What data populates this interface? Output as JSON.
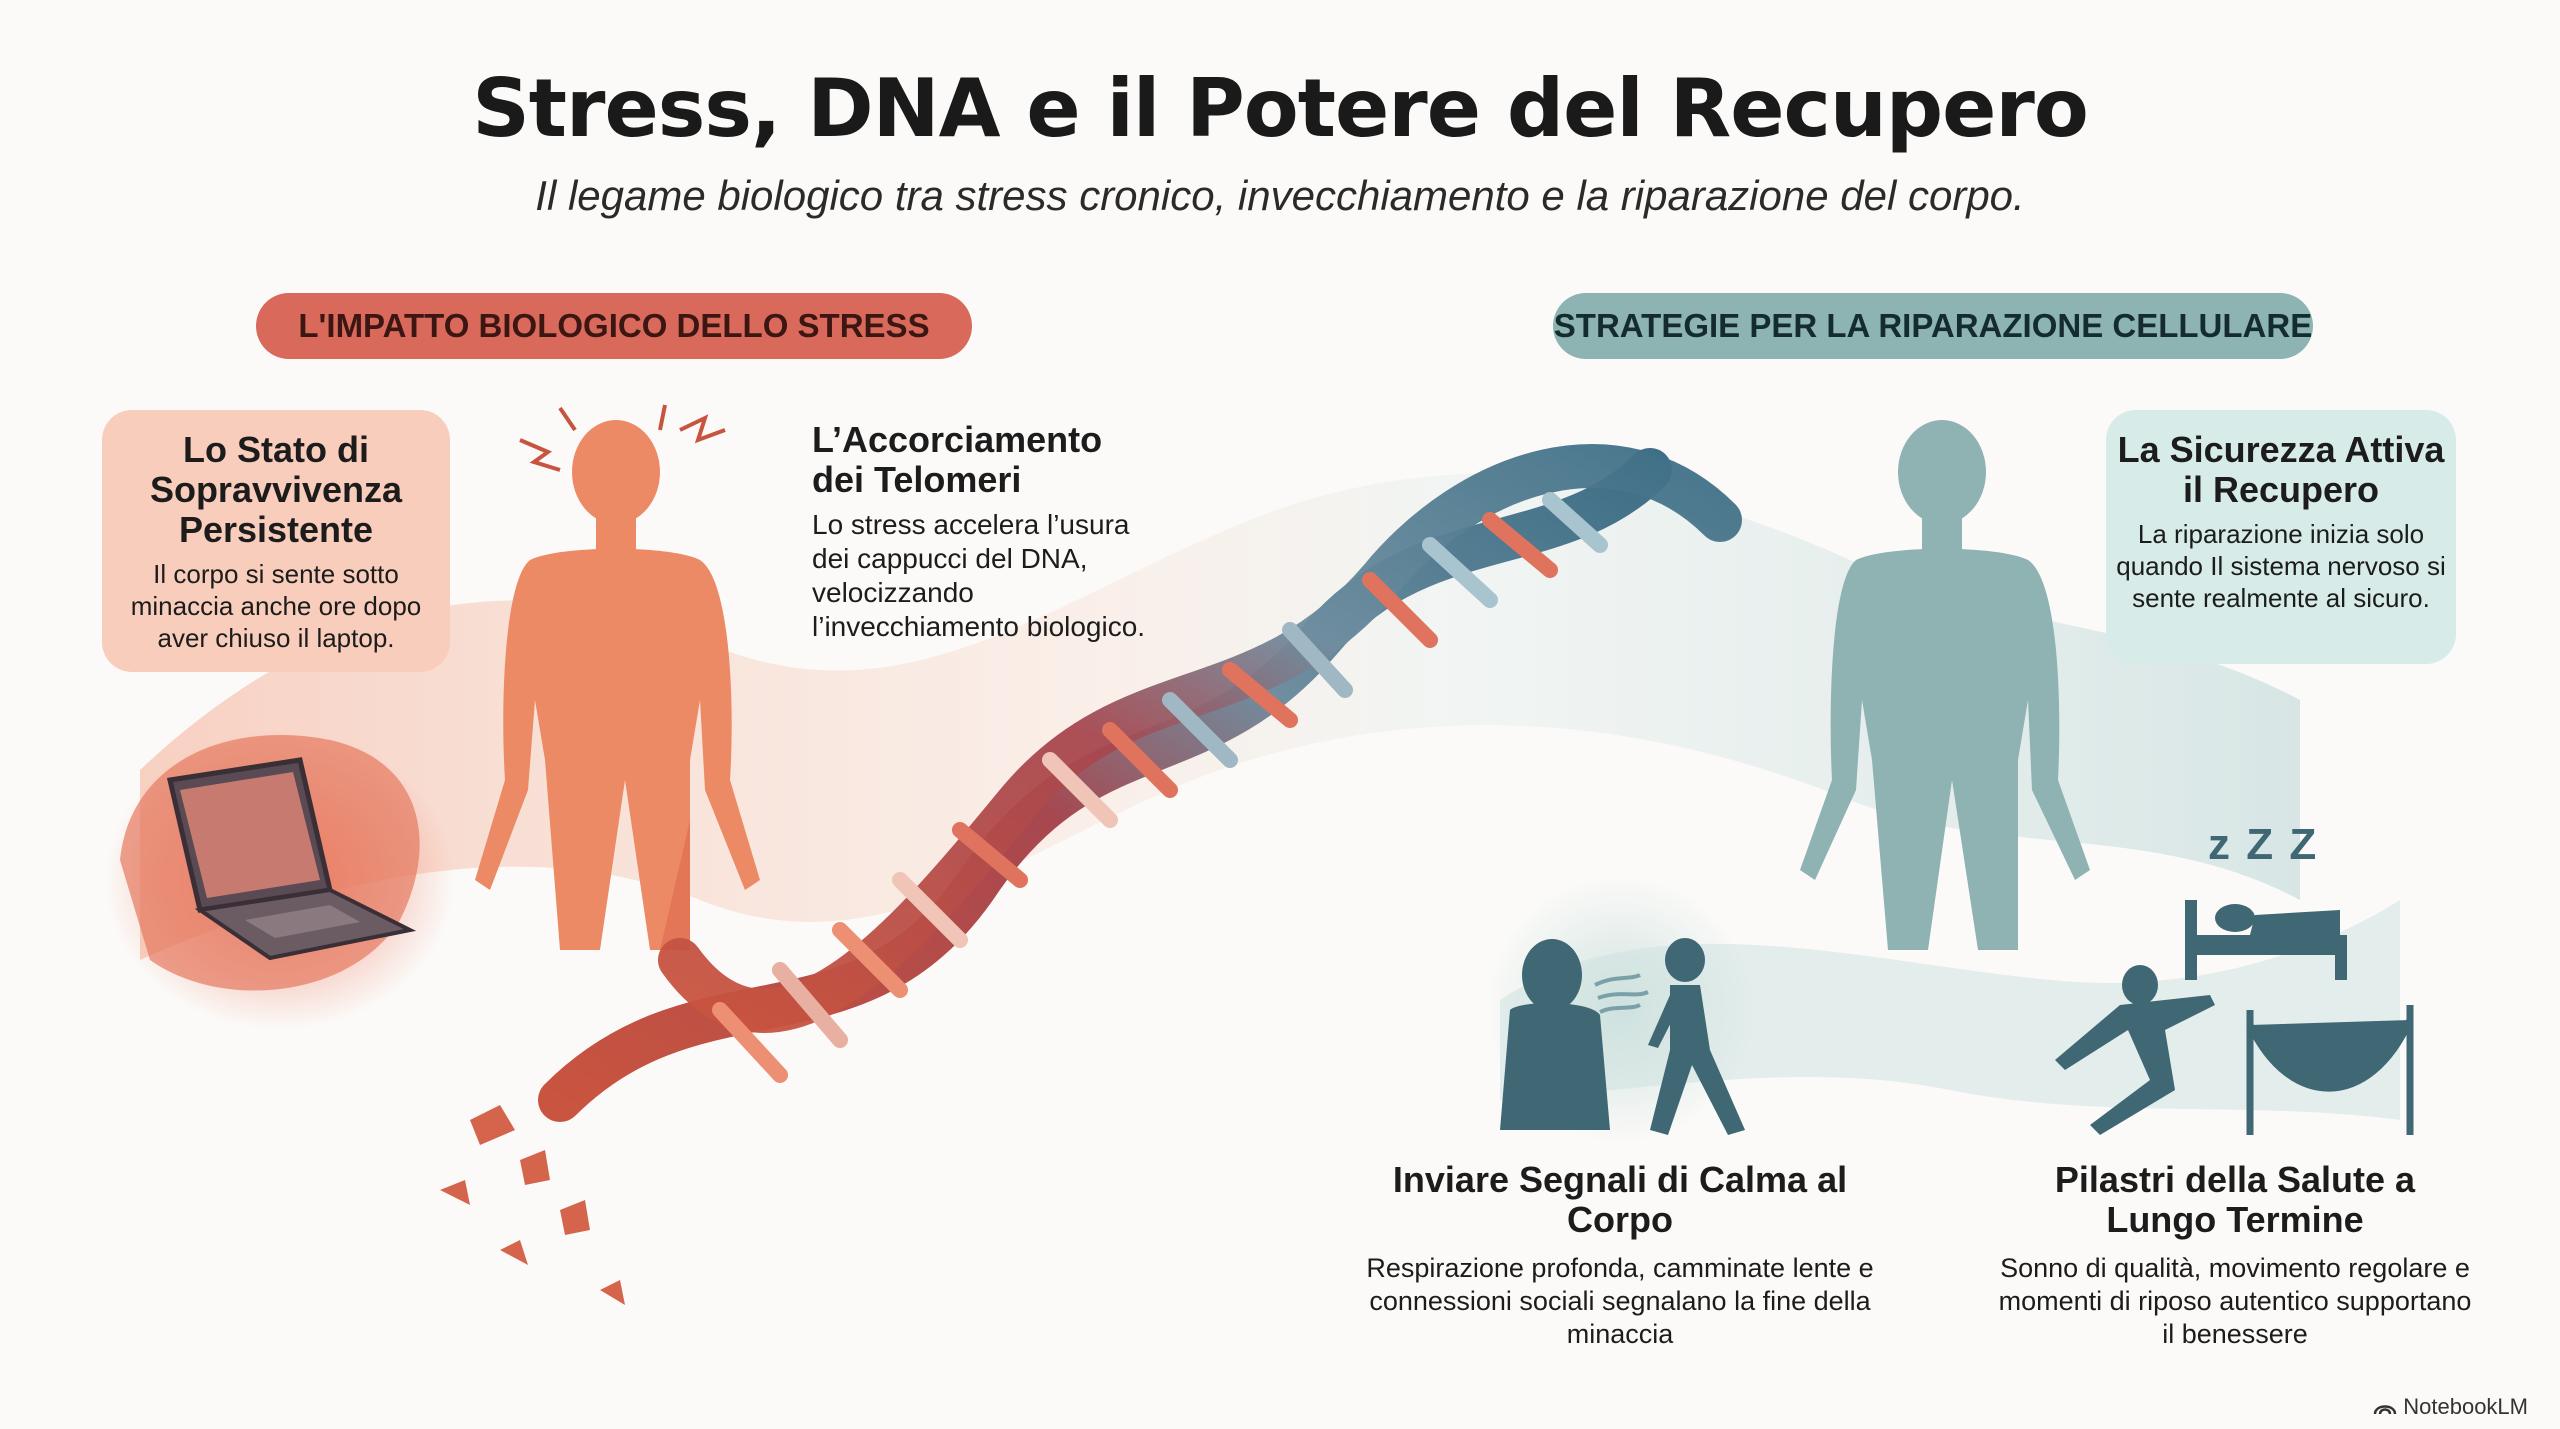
{
  "header": {
    "title": "Stress, DNA e il Potere del Recupero",
    "subtitle": "Il legame biologico tra stress cronico, invecchiamento e la riparazione del corpo."
  },
  "left_section": {
    "label": "L'IMPATTO BIOLOGICO DELLO STRESS",
    "color": "#d9695a",
    "bubble": {
      "title": "Lo Stato di Sopravvivenza Persistente",
      "text": "Il corpo si sente sotto minaccia anche ore dopo aver chiuso il laptop."
    },
    "telomeres": {
      "title": "L’Accorciamento dei Telomeri",
      "text": "Lo stress accelera l’usura dei cappucci del DNA, velocizzando l’invecchiamento biologico."
    }
  },
  "right_section": {
    "label": "STRATEGIE PER LA RIPARAZIONE CELLULARE",
    "color": "#8db3b3",
    "bubble": {
      "title": "La Sicurezza Attiva il Recupero",
      "text": "La riparazione inizia solo quando Il sistema nervoso si sente realmente al sicuro."
    },
    "calm": {
      "title": "Inviare Segnali di Calma al Corpo",
      "text": "Respirazione profonda, camminate lente e connessioni sociali segnalano la fine della minaccia"
    },
    "pillars": {
      "title": "Pilastri della Salute a Lungo Termine",
      "text": "Sonno di qualità, movimento regolare e momenti di riposo autentico supportano il benessere"
    },
    "sleep_glyph": "z Z Z"
  },
  "footer": {
    "brand": "NotebookLM"
  },
  "icons": [
    "laptop-icon",
    "stressed-body-icon",
    "calm-body-icon",
    "dna-helix-icon",
    "breathing-person-icon",
    "walking-person-icon",
    "sleeping-bed-icon",
    "stretching-person-icon",
    "hammock-icon",
    "notebooklm-logo-icon"
  ]
}
